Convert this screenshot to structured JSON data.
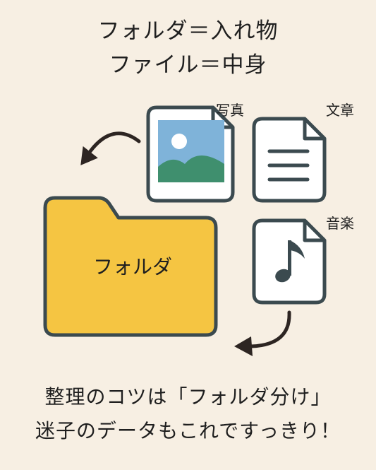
{
  "title": {
    "line1": "フォルダ＝入れ物",
    "line2": "ファイル＝中身"
  },
  "files": {
    "photo_label": "写真",
    "document_label": "文章",
    "music_label": "音楽"
  },
  "folder": {
    "label": "フォルダ",
    "color": "#f5c542"
  },
  "footer": {
    "line1": "整理のコツは「フォルダ分け」",
    "line2": "迷子のデータもこれですっきり！"
  },
  "colors": {
    "background": "#f7efe3",
    "outline": "#3b4a4f",
    "arrow": "#2d2522",
    "sky": "#7fb3d9",
    "mountain": "#3f8f6e"
  }
}
